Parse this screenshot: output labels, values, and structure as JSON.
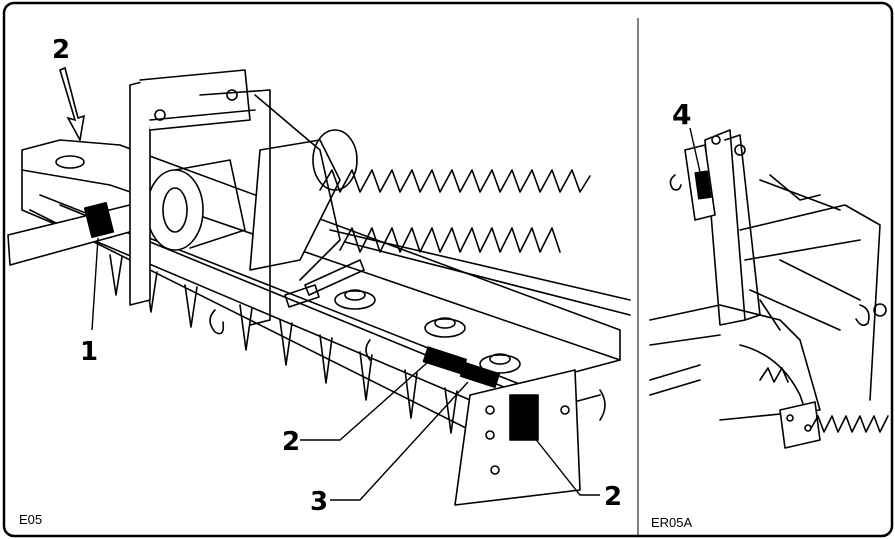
{
  "figures": {
    "left": {
      "label": "E05",
      "callouts": {
        "arrow_top": "2",
        "c1": "1",
        "c2_mid": "2",
        "c3": "3",
        "c2_right": "2"
      }
    },
    "right": {
      "label": "ER05A",
      "callouts": {
        "c4": "4"
      }
    }
  }
}
